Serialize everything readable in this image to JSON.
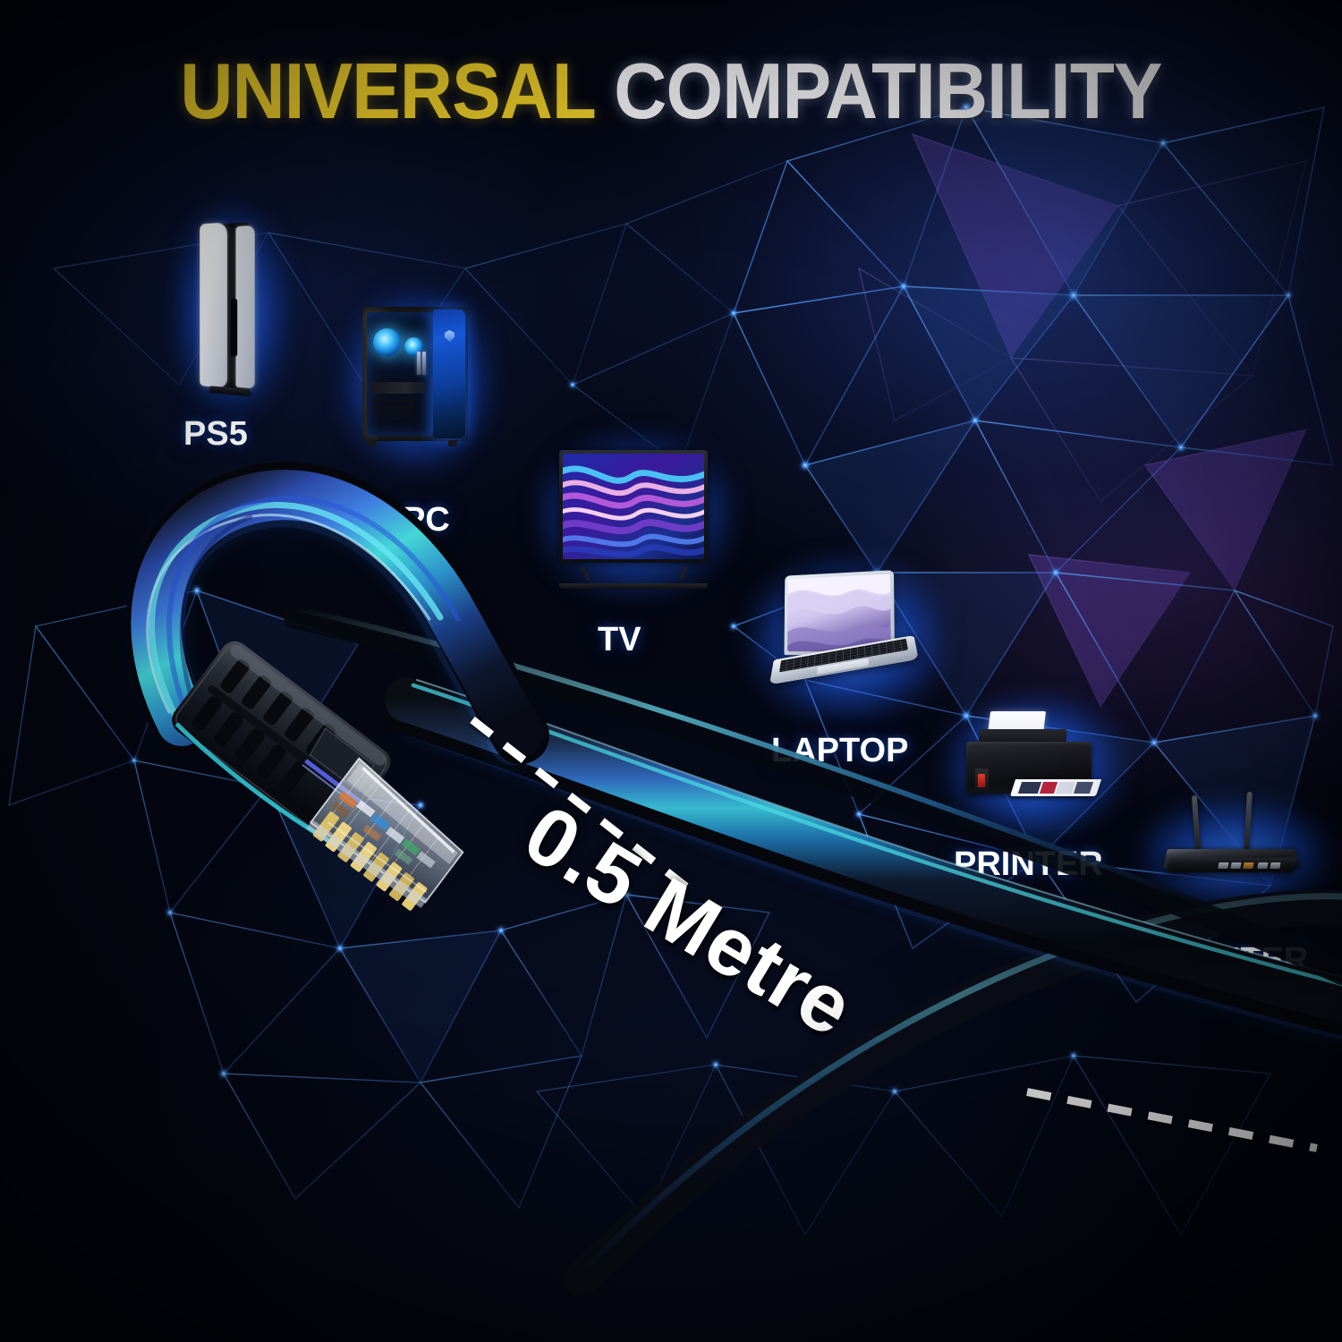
{
  "title": {
    "part1": "UNIVERSAL",
    "part2": "COMPATIBILITY",
    "color_yellow": "#f6d52b",
    "color_white": "#ffffff"
  },
  "measurement": {
    "label": "0.5 Metre"
  },
  "devices": [
    {
      "key": "ps5",
      "label": "PS5",
      "icon": "playstation-5-console-icon"
    },
    {
      "key": "pc",
      "label": "PC",
      "icon": "desktop-tower-icon"
    },
    {
      "key": "tv",
      "label": "TV",
      "icon": "television-icon"
    },
    {
      "key": "laptop",
      "label": "LAPTOP",
      "icon": "laptop-icon"
    },
    {
      "key": "printer",
      "label": "PRINTER",
      "icon": "printer-icon"
    },
    {
      "key": "router",
      "label": "ROUTER",
      "icon": "wifi-router-icon"
    }
  ],
  "product": {
    "name": "ethernet-cable",
    "connector": "rj45-connector"
  },
  "palette": {
    "background_top": "#10163a",
    "background_bottom": "#04060e",
    "accent_blue": "#1e6eff",
    "accent_cyan": "#3fe0e8",
    "glow_blue": "#2a7bff"
  }
}
